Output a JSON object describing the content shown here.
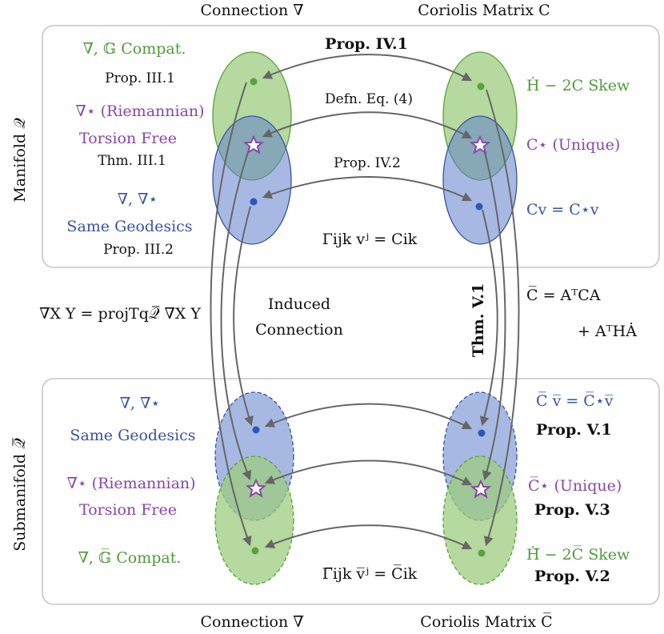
{
  "headers": {
    "top_left": "Connection ∇",
    "top_right": "Coriolis Matrix C",
    "bottom_left": "Connection ∇̅",
    "bottom_right": "Coriolis Matrix C̅"
  },
  "panels": {
    "manifold_label": "Manifold 𝒬",
    "submanifold_label": "Submanifold 𝒬̅"
  },
  "manifold": {
    "left": {
      "compat": "∇, 𝔾 Compat.",
      "compat_prop": "Prop. III.1",
      "riemannian": "∇⋆ (Riemannian)",
      "torsion_free": "Torsion Free",
      "torsion_thm": "Thm. III.1",
      "geodesic_ops": "∇, ∇⋆",
      "same_geodesics": "Same Geodesics",
      "geodesics_prop": "Prop. III.2"
    },
    "right": {
      "skew": "Ḣ − 2C Skew",
      "unique": "C⋆ (Unique)",
      "cv": "Cv = C⋆v"
    },
    "arrows": {
      "top": "Prop. IV.1",
      "middle": "Defn. Eq. (4)",
      "bottom": "Prop. IV.2"
    },
    "relation": "Γijk vʲ = Cik"
  },
  "between": {
    "left_formula": "∇̅X Y = projTq𝒬̅ ∇X Y",
    "induced_1": "Induced",
    "induced_2": "Connection",
    "thm": "Thm. V.1",
    "cbar_1": "C̅ = AᵀCA",
    "cbar_2": "+ AᵀHȦ"
  },
  "submanifold": {
    "left": {
      "geodesic_ops": "∇̅, ∇̅⋆",
      "same_geodesics": "Same Geodesics",
      "riemannian": "∇̅⋆ (Riemannian)",
      "torsion_free": "Torsion Free",
      "compat": "∇̅, 𝔾̅ Compat."
    },
    "right": {
      "cv": "C̅ v̅ = C̅⋆v̅",
      "cv_prop": "Prop. V.1",
      "unique": "C̅⋆ (Unique)",
      "unique_prop": "Prop. V.3",
      "skew": "Ḣ̅ − 2C̅ Skew",
      "skew_prop": "Prop. V.2"
    },
    "relation": "Γ̅ijk v̅ʲ = C̅ik"
  },
  "colors": {
    "green": "#4f9a3a",
    "purple": "#8a45a8",
    "blue": "#3653a6",
    "green_fill": "#9ccc7e",
    "blue_fill": "#7a95d6",
    "arrow": "#666666",
    "panel_border": "#bbbbbb"
  }
}
